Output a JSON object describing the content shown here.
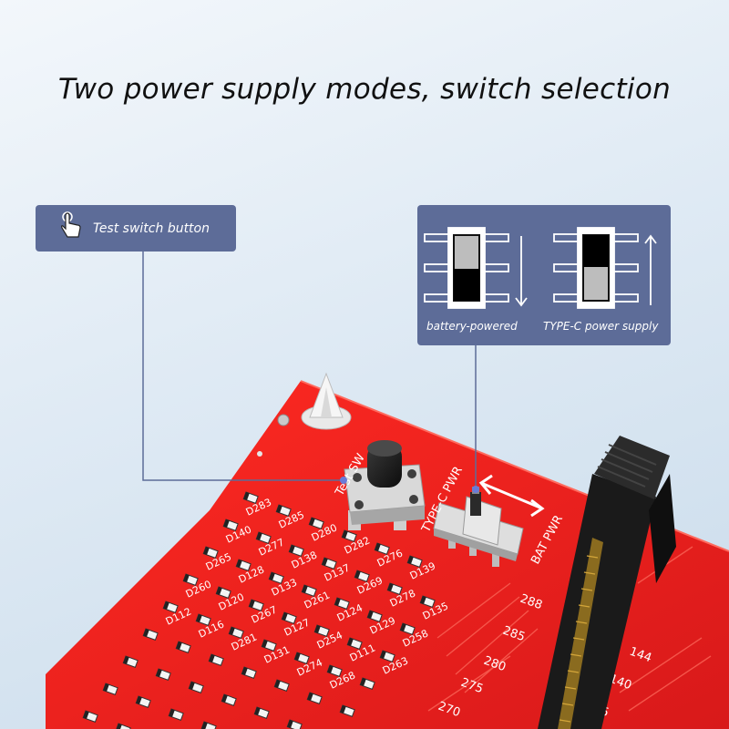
{
  "headline": "Two power supply modes, switch selection",
  "callouts": {
    "test_switch": {
      "label": "Test switch button",
      "icon": "hand-pointer-icon"
    },
    "modes": {
      "battery_label": "battery-powered",
      "typec_label": "TYPE-C power supply",
      "battery_arrow": "down-arrow-icon",
      "typec_arrow": "up-arrow-icon"
    }
  },
  "pcb": {
    "test_sw_label": "Test SW",
    "type_c_label": "TYPE-C PWR",
    "bat_label": "BAT PWR",
    "pin_numbers": [
      "288",
      "285",
      "280",
      "275",
      "270",
      "144",
      "140",
      "135"
    ],
    "components": [
      "D283",
      "D285",
      "D280",
      "D282",
      "D276",
      "D139",
      "D140",
      "D277",
      "D138",
      "D137",
      "D269",
      "D278",
      "D135",
      "D265",
      "D128",
      "D133",
      "D261",
      "D124",
      "D129",
      "D258",
      "D260",
      "D120",
      "D267",
      "D127",
      "D254",
      "D111",
      "D263",
      "D112",
      "D116",
      "D281",
      "D131",
      "D274",
      "D268"
    ]
  },
  "colors": {
    "board": "#e2221f",
    "callout": "#5d6c98",
    "connector": "#1c1c1c"
  }
}
